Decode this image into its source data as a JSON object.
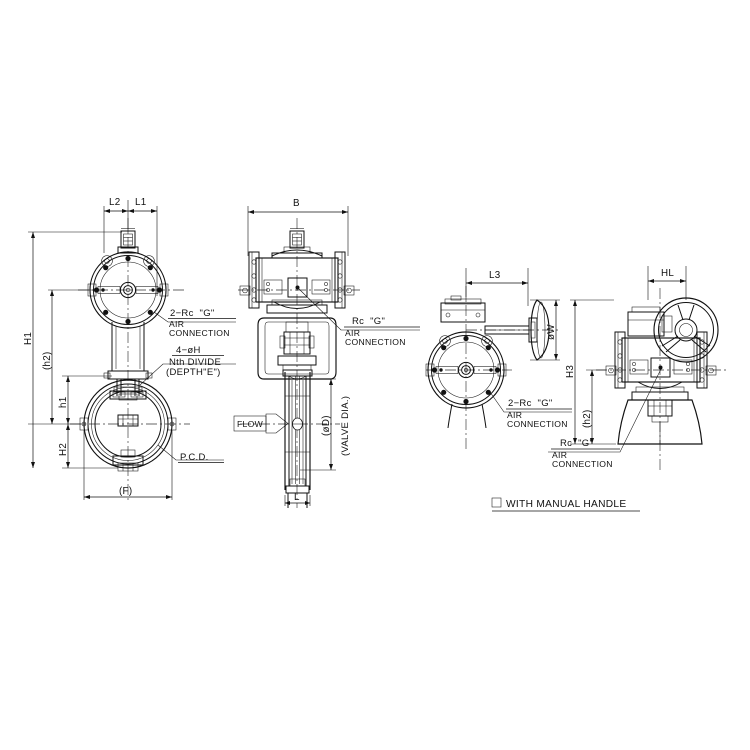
{
  "drawing": {
    "type": "engineering-drawing",
    "subject": "Pneumatic actuated wafer butterfly valve",
    "background_color": "#ffffff",
    "line_color": "#111111"
  },
  "views": {
    "front": {
      "name": "front-elevation-view",
      "dimensions": {
        "l2": "L2",
        "l1": "L1",
        "h1_total": "H1",
        "h2_paren": "(h2)",
        "h1_lower": "h1",
        "h2_lower": "H2",
        "f_paren": "(F)"
      },
      "annotations": {
        "air_conn_qty": "2−Rc  \"G\"",
        "air_conn_line1": "AIR",
        "air_conn_line2": "CONNECTION",
        "holes": "4−øH",
        "holes_divide": "Nth DIVIDE",
        "holes_depth": "(DEPTH\"E\")",
        "pcd": "P.C.D."
      }
    },
    "side": {
      "name": "side-section-view",
      "dimensions": {
        "b": "B",
        "d_paren": "(øD)",
        "valve_dia": "(VALVE DIA.)",
        "l": "L"
      },
      "annotations": {
        "air_conn_qty": "Rc  \"G\"",
        "air_conn_line1": "AIR",
        "air_conn_line2": "CONNECTION",
        "flow": "FLOW"
      }
    },
    "manual_front": {
      "name": "manual-handle-front-view",
      "dimensions": {
        "l3": "L3",
        "w_dia": "øW",
        "h3": "H3",
        "h2_paren": "(h2)"
      },
      "annotations": {
        "air_conn_qty": "2−Rc  \"G\"",
        "air_conn_line1": "AIR",
        "air_conn_line2": "CONNECTION"
      }
    },
    "manual_side": {
      "name": "manual-handle-side-view",
      "dimensions": {
        "hl": "HL"
      },
      "annotations": {
        "air_conn_qty": "Rc  \"G\"",
        "air_conn_line1": "AIR",
        "air_conn_line2": "CONNECTION"
      }
    }
  },
  "caption": {
    "checkbox_symbol": "□",
    "label": "WITH MANUAL HANDLE"
  }
}
